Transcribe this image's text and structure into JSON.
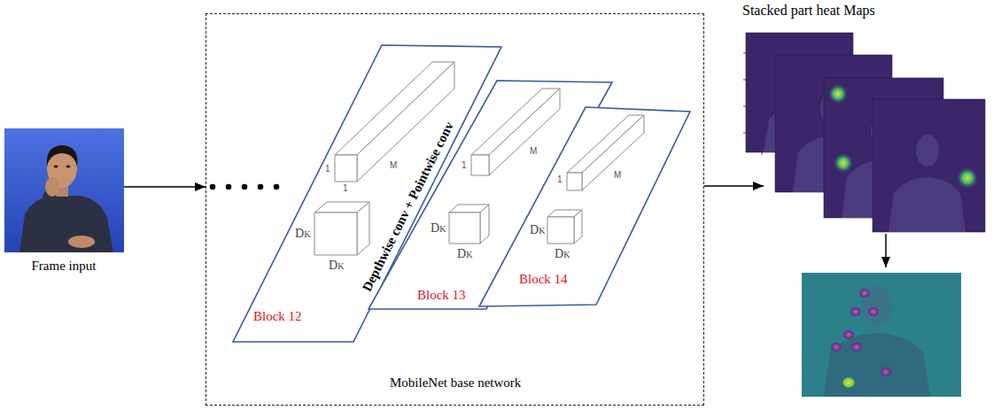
{
  "diagram": {
    "nodes": [
      {
        "text": [
          "Frame input"
        ]
      },
      {
        "text": [
          "MobileNet base network"
        ]
      },
      {
        "text": [
          "Depthwise conv + Pointwise conv",
          "Block 12"
        ],
        "in": 1
      },
      {
        "text": [
          "Block 13"
        ],
        "in": 1
      },
      {
        "text": [
          "Block 14"
        ],
        "in": 1
      },
      {
        "text": [
          "Stacked part heat Maps"
        ]
      }
    ],
    "edges": [
      {
        "from": 0,
        "to": 1,
        "arrow": "to"
      },
      {
        "from": 1,
        "to": 5,
        "arrow": "to"
      }
    ],
    "labels": [
      "1",
      "1",
      "M",
      "DK",
      "DK",
      "1",
      "M",
      "DK",
      "DK",
      "1",
      "M",
      "DK",
      "DK"
    ]
  }
}
